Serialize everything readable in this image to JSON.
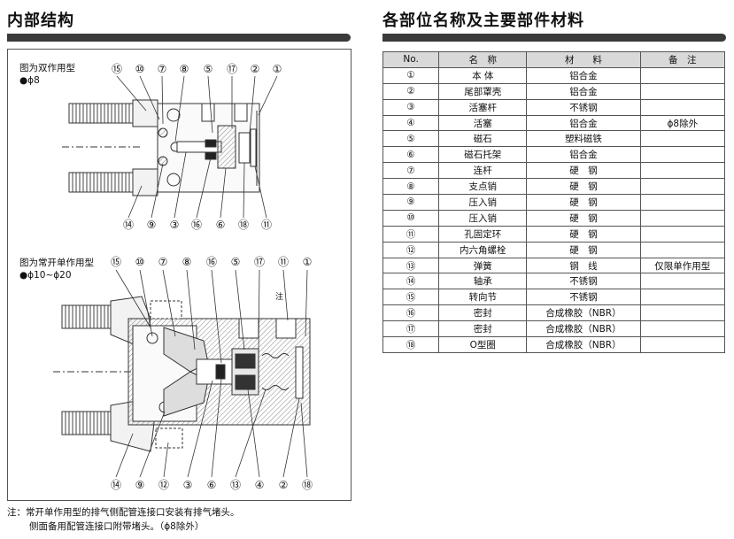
{
  "left_section": {
    "title": "内部结构",
    "figure1": {
      "caption_line1": "图为双作用型",
      "caption_line2": "●ϕ8",
      "top_labels": [
        "⑮",
        "⑩",
        "⑦",
        "⑧",
        "⑤",
        "⑰",
        "②",
        "①"
      ],
      "bottom_labels": [
        "⑭",
        "⑨",
        "③",
        "⑯",
        "⑥",
        "⑱",
        "⑪"
      ]
    },
    "figure2": {
      "caption_line1": "图为常开单作用型",
      "caption_line2": "●ϕ10~ϕ20",
      "top_labels": [
        "⑮",
        "⑩",
        "⑦",
        "⑧",
        "⑯",
        "⑤",
        "⑰",
        "⑪",
        "①"
      ],
      "note_mark": "注",
      "bottom_labels": [
        "⑭",
        "⑨",
        "⑫",
        "③",
        "⑥",
        "⑬",
        "④",
        "②",
        "⑱"
      ]
    }
  },
  "right_section": {
    "title": "各部位名称及主要部件材料",
    "headers": [
      "No.",
      "名　称",
      "材　　料",
      "备　注"
    ],
    "rows": [
      {
        "no": "①",
        "name": "本 体",
        "material": "铝合金",
        "note": ""
      },
      {
        "no": "②",
        "name": "尾部罩壳",
        "material": "铝合金",
        "note": ""
      },
      {
        "no": "③",
        "name": "活塞杆",
        "material": "不锈钢",
        "note": ""
      },
      {
        "no": "④",
        "name": "活塞",
        "material": "铝合金",
        "note": "ϕ8除外"
      },
      {
        "no": "⑤",
        "name": "磁石",
        "material": "塑料磁铁",
        "note": ""
      },
      {
        "no": "⑥",
        "name": "磁石托架",
        "material": "铝合金",
        "note": ""
      },
      {
        "no": "⑦",
        "name": "连杆",
        "material": "硬　钢",
        "note": ""
      },
      {
        "no": "⑧",
        "name": "支点销",
        "material": "硬　钢",
        "note": ""
      },
      {
        "no": "⑨",
        "name": "压入销",
        "material": "硬　钢",
        "note": ""
      },
      {
        "no": "⑩",
        "name": "压入销",
        "material": "硬　钢",
        "note": ""
      },
      {
        "no": "⑪",
        "name": "孔固定环",
        "material": "硬　钢",
        "note": ""
      },
      {
        "no": "⑫",
        "name": "内六角螺栓",
        "material": "硬　钢",
        "note": ""
      },
      {
        "no": "⑬",
        "name": "弹簧",
        "material": "钢　线",
        "note": "仅限单作用型"
      },
      {
        "no": "⑭",
        "name": "轴承",
        "material": "不锈钢",
        "note": ""
      },
      {
        "no": "⑮",
        "name": "转向节",
        "material": "不锈钢",
        "note": ""
      },
      {
        "no": "⑯",
        "name": "密封",
        "material": "合成橡胶（NBR）",
        "note": ""
      },
      {
        "no": "⑰",
        "name": "密封",
        "material": "合成橡胶（NBR）",
        "note": ""
      },
      {
        "no": "⑱",
        "name": "O型圈",
        "material": "合成橡胶（NBR）",
        "note": ""
      }
    ]
  },
  "footnote": {
    "line1": "注：常开单作用型的排气侧配管连接口安装有排气堵头。",
    "line2": "侧面备用配管连接口附带堵头。（ϕ8除外）"
  },
  "colors": {
    "rule": "#3a3a3a",
    "header_bg": "#d9d9d9",
    "hatch": "#888888"
  }
}
